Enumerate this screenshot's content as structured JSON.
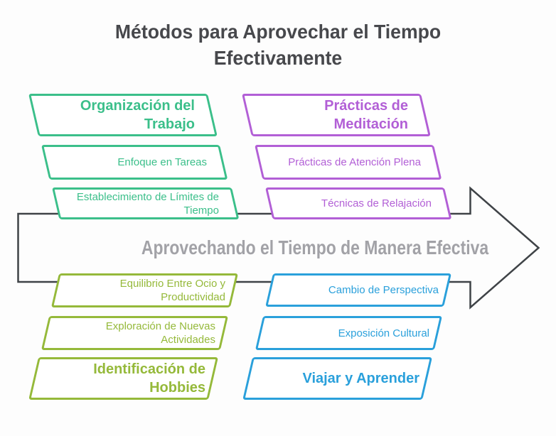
{
  "title": "Métodos para Aprovechar el Tiempo Efectivamente",
  "center": {
    "label": "Aprovechando el Tiempo de Manera Efectiva"
  },
  "groups": [
    {
      "name": "organizacion-del-trabajo",
      "color": "#3bbf8a",
      "header": "Organización del Trabajo",
      "items": [
        "Enfoque en Tareas",
        "Establecimiento de Límites de Tiempo"
      ]
    },
    {
      "name": "practicas-de-meditacion",
      "color": "#b25fd6",
      "header": "Prácticas de Meditación",
      "items": [
        "Prácticas de Atención Plena",
        "Técnicas de Relajación"
      ]
    },
    {
      "name": "identificacion-de-hobbies",
      "color": "#95b93a",
      "header": "Identificación de Hobbies",
      "items": [
        "Equilibrio Entre Ocio y Productividad",
        "Exploración de Nuevas Actividades"
      ]
    },
    {
      "name": "viajar-y-aprender",
      "color": "#2aa0db",
      "header": "Viajar y Aprender",
      "items": [
        "Cambio de Perspectiva",
        "Exposición Cultural"
      ]
    }
  ],
  "colors": {
    "green": "#3bbf8a",
    "purple": "#b25fd6",
    "olive": "#95b93a",
    "blue": "#2aa0db",
    "arrow": "#3f4347",
    "title_text": "#47484c",
    "center_text": "#a2a2a7",
    "background": "#fdfdfd"
  }
}
